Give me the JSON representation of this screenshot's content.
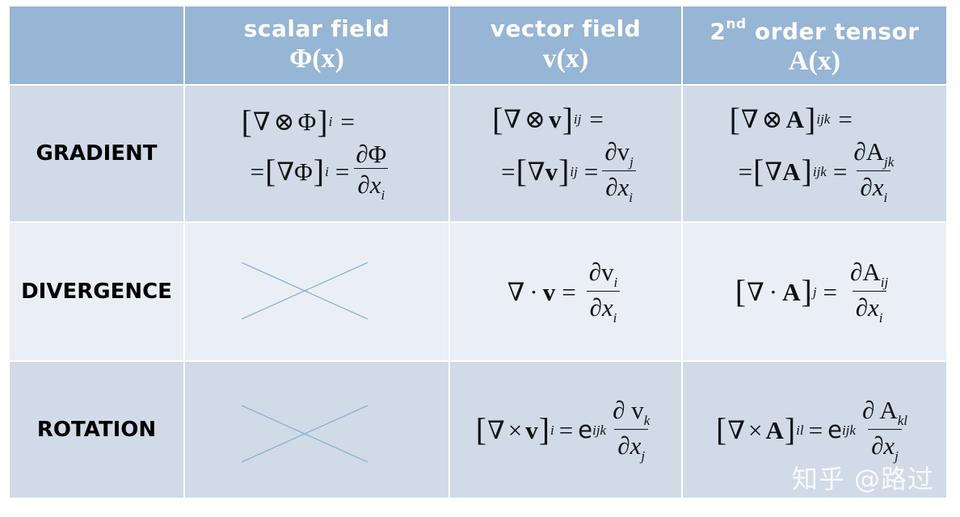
{
  "header": {
    "scalar": {
      "title": "scalar field",
      "symbol": "Φ(x)"
    },
    "vector": {
      "title": "vector field",
      "symbol": "v(x)"
    },
    "tensor": {
      "title_pre": "2",
      "title_sup": "nd",
      "title_post": " order tensor",
      "symbol": "A(x)"
    }
  },
  "rows": {
    "gradient": {
      "label": "GRADIENT"
    },
    "divergence": {
      "label": "DIVERGENCE"
    },
    "rotation": {
      "label": "ROTATION"
    }
  },
  "symbols": {
    "nabla": "∇",
    "otimes": "⊗",
    "cdot": "·",
    "times": "×",
    "eq": "=",
    "partial": "∂",
    "lb": "[",
    "rb": "]",
    "Phi": "Φ",
    "v": "v",
    "A": "A",
    "x": "x",
    "e": "e"
  },
  "indices": {
    "i": "i",
    "j": "j",
    "k": "k",
    "ij": "ij",
    "ijk": "ijk",
    "jk": "jk",
    "il": "il",
    "kl": "kl"
  },
  "colors": {
    "header": "#97b5d4",
    "row_dark": "#d0dbe7",
    "row_light": "#e9eff5",
    "cross": "#8fb0d4"
  },
  "watermark": "知乎 @路过"
}
